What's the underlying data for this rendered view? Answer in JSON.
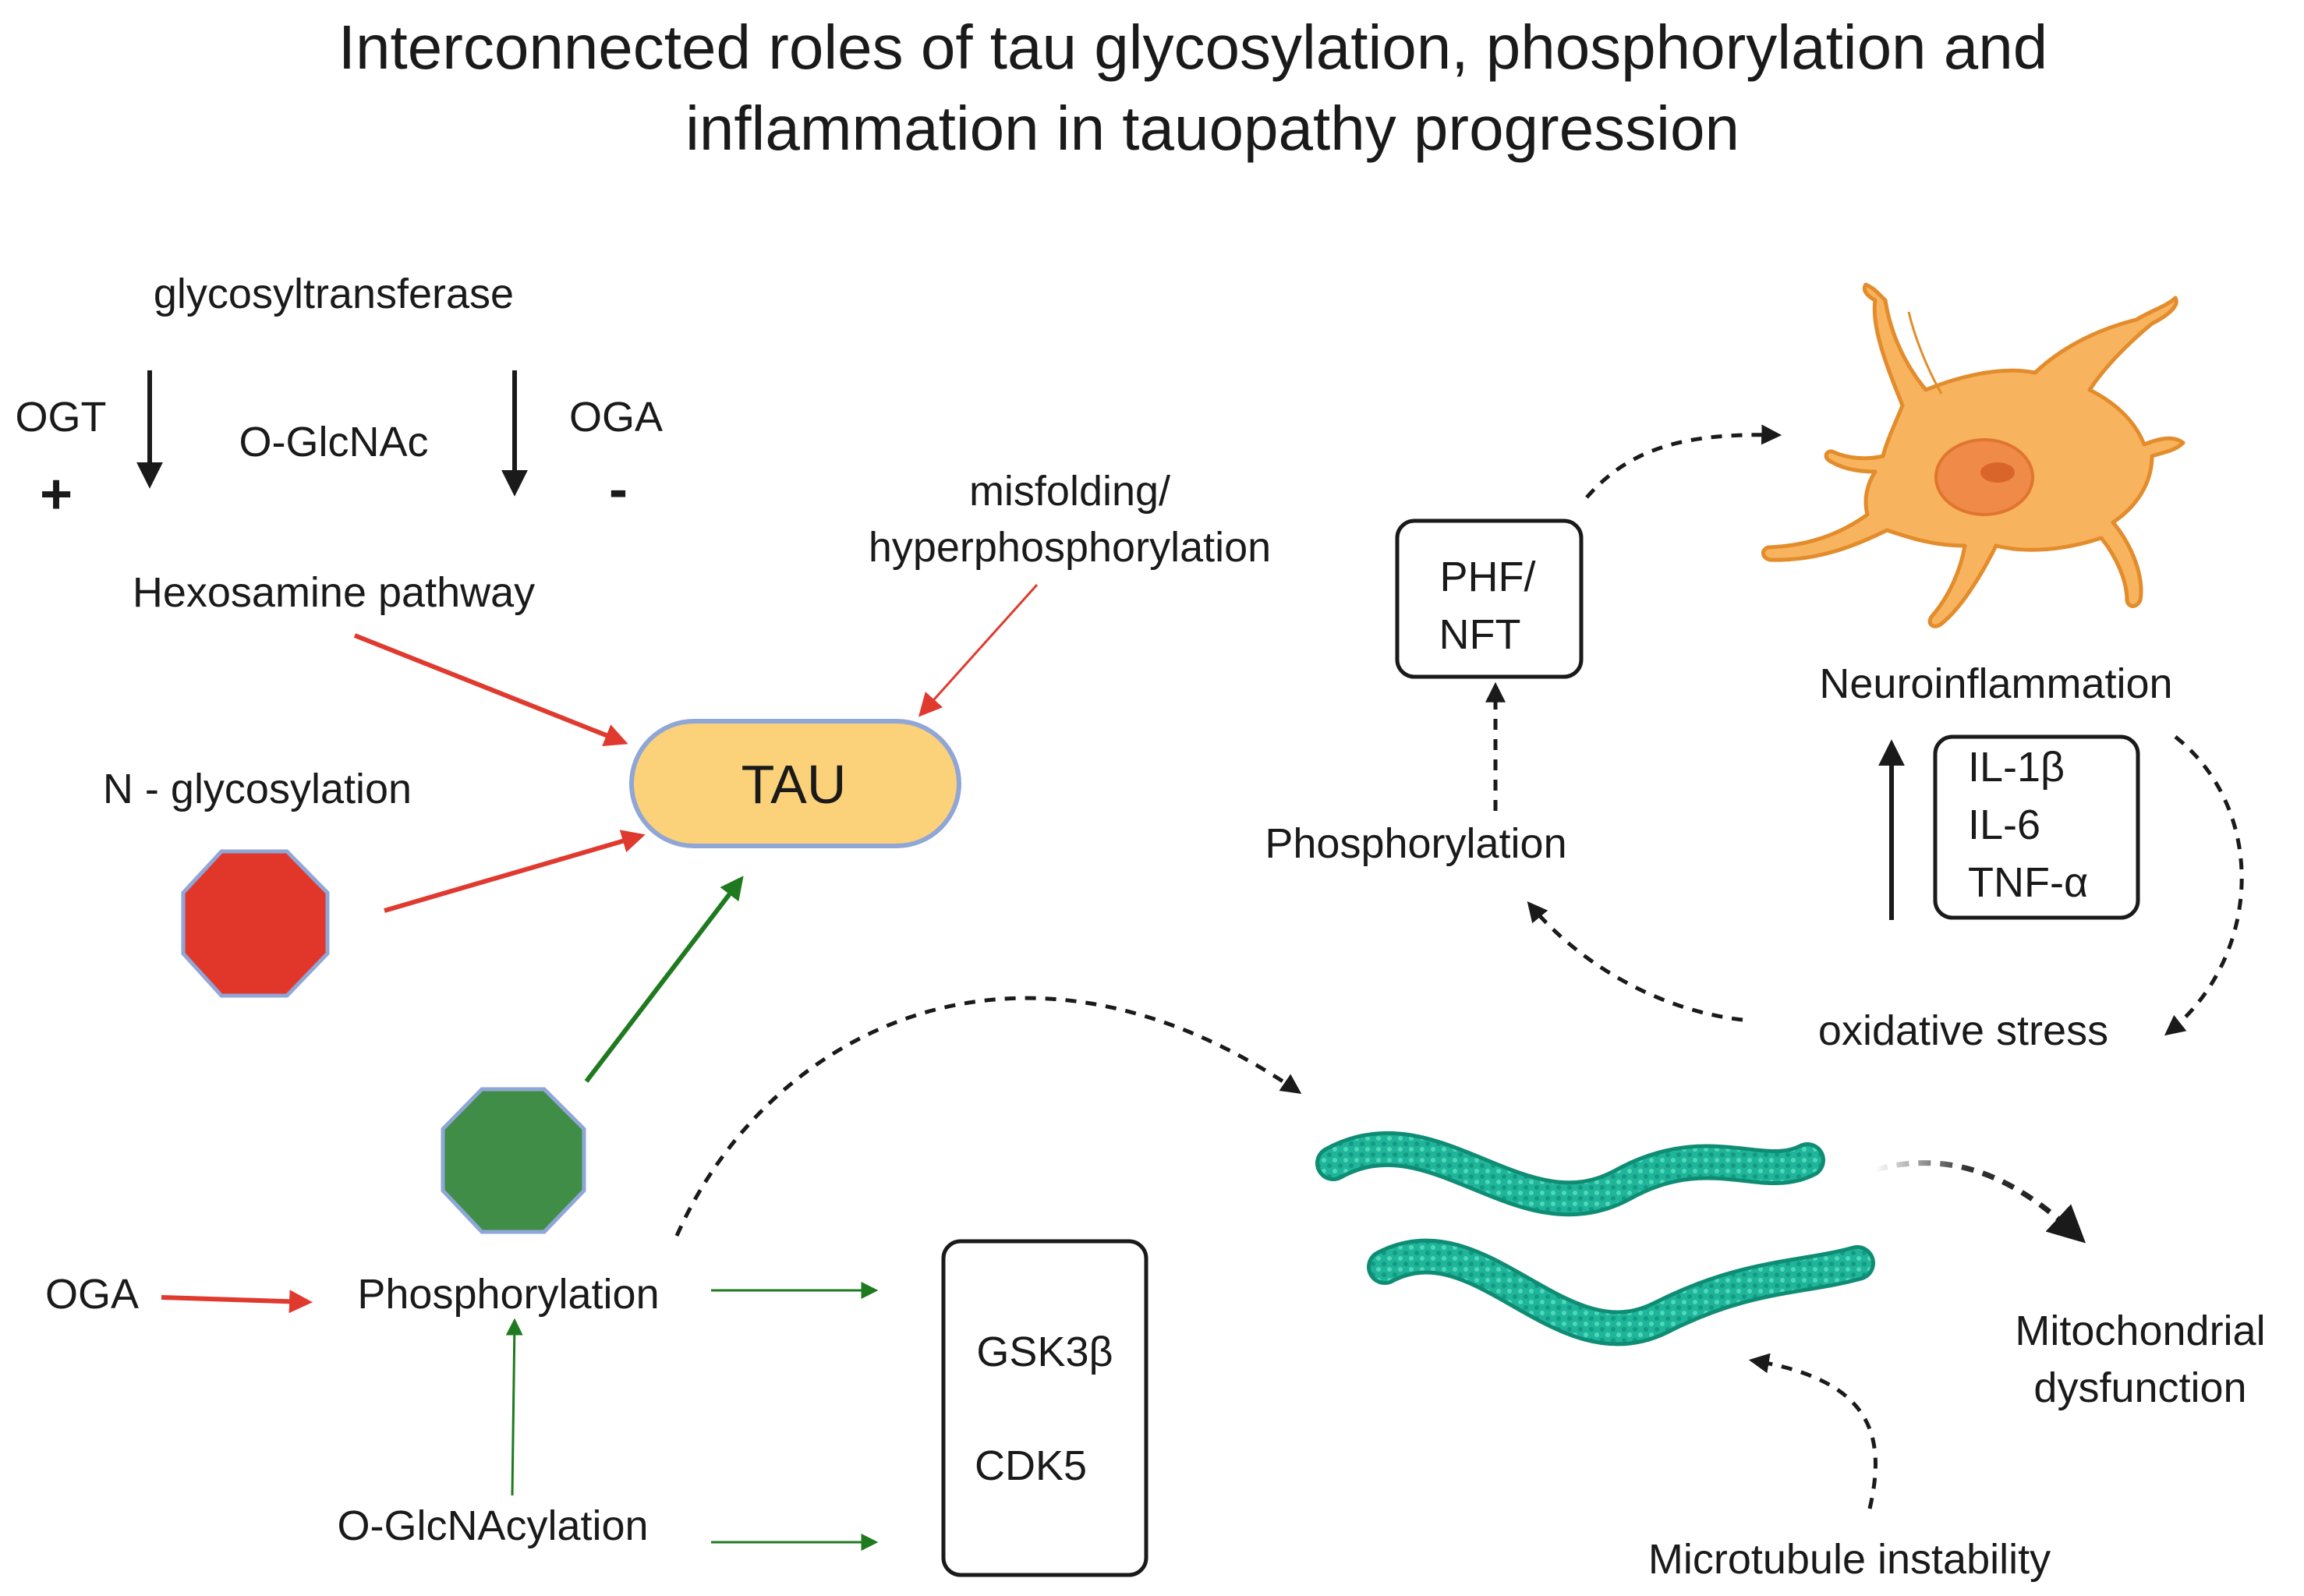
{
  "title": {
    "line1": "Interconnected roles of tau glycosylation, phosphorylation and",
    "line2": "inflammation in tauopathy progression"
  },
  "labels": {
    "glycosyltransferase": "glycosyltransferase",
    "ogt": "OGT",
    "o_glcnac": "O-GlcNAc",
    "oga_top": "OGA",
    "plus": "+",
    "minus": "-",
    "hexosamine_pathway": "Hexosamine pathway",
    "misfolding": "misfolding/",
    "hyperphosphorylation": "hyperphosphorylation",
    "tau": "TAU",
    "n_glycosylation": "N - glycosylation",
    "oga_bottom": "OGA",
    "phosphorylation_bottom": "Phosphorylation",
    "o_glcnacylation": "O-GlcNAcylation",
    "kinase_gsk3b": "GSK3β",
    "kinase_cdk5": "CDK5",
    "phf": "PHF/",
    "nft": "NFT",
    "phosphorylation_right": "Phosphorylation",
    "neuroinflammation": "Neuroinflammation",
    "cytokine_il1b": "IL-1β",
    "cytokine_il6": "IL-6",
    "cytokine_tnfa": "TNF-α",
    "oxidative_stress": "oxidative stress",
    "mitochondrial": "Mitochondrial",
    "dysfunction": "dysfunction",
    "microtubule_instability": "Microtubule instability"
  },
  "colors": {
    "inhibit_red": "#e03a2f",
    "promote_green": "#1f7a1f",
    "tau_fill": "#fbd27a",
    "tau_stroke": "#8fa6d6",
    "neuron_fill": "#f7b35e",
    "neuron_stroke": "#e38c2c",
    "microtubule": "#1fb59a",
    "octagon_red": "#e1372b",
    "octagon_green": "#3f8d47"
  },
  "icons": [
    "neuron-icon",
    "microtubule-icon",
    "red-octagon-icon",
    "green-octagon-icon"
  ]
}
